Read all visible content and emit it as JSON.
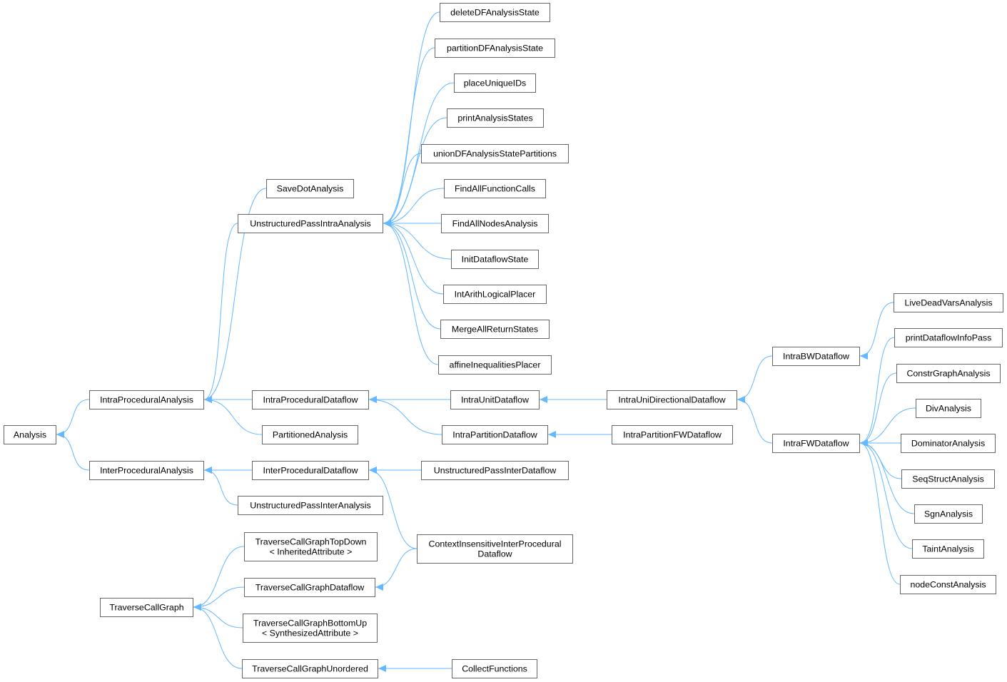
{
  "diagram": {
    "colors": {
      "edge": "#63b8ff",
      "node_border": "#666666",
      "background": "#ffffff"
    },
    "nodes": {
      "analysis": {
        "lines": [
          "Analysis"
        ]
      },
      "intraProceduralAnalysis": {
        "lines": [
          "IntraProceduralAnalysis"
        ]
      },
      "interProceduralAnalysis": {
        "lines": [
          "InterProceduralAnalysis"
        ]
      },
      "traverseCallGraph": {
        "lines": [
          "TraverseCallGraph"
        ]
      },
      "saveDotAnalysis": {
        "lines": [
          "SaveDotAnalysis"
        ]
      },
      "unstructuredPassIntraAnalysis": {
        "lines": [
          "UnstructuredPassIntraAnalysis"
        ]
      },
      "intraProceduralDataflow": {
        "lines": [
          "IntraProceduralDataflow"
        ]
      },
      "partitionedAnalysis": {
        "lines": [
          "PartitionedAnalysis"
        ]
      },
      "interProceduralDataflow": {
        "lines": [
          "InterProceduralDataflow"
        ]
      },
      "unstructuredPassInterAnalysis": {
        "lines": [
          "UnstructuredPassInterAnalysis"
        ]
      },
      "traverseCallGraphTopDown": {
        "lines": [
          "TraverseCallGraphTopDown",
          "< InheritedAttribute >"
        ]
      },
      "traverseCallGraphDataflow": {
        "lines": [
          "TraverseCallGraphDataflow"
        ]
      },
      "traverseCallGraphBottomUp": {
        "lines": [
          "TraverseCallGraphBottomUp",
          "< SynthesizedAttribute >"
        ]
      },
      "traverseCallGraphUnordered": {
        "lines": [
          "TraverseCallGraphUnordered"
        ]
      },
      "deleteDFAnalysisState": {
        "lines": [
          "deleteDFAnalysisState"
        ]
      },
      "partitionDFAnalysisState": {
        "lines": [
          "partitionDFAnalysisState"
        ]
      },
      "placeUniqueIDs": {
        "lines": [
          "placeUniqueIDs"
        ]
      },
      "printAnalysisStates": {
        "lines": [
          "printAnalysisStates"
        ]
      },
      "unionDFAnalysisStatePartitions": {
        "lines": [
          "unionDFAnalysisStatePartitions"
        ]
      },
      "findAllFunctionCalls": {
        "lines": [
          "FindAllFunctionCalls"
        ]
      },
      "findAllNodesAnalysis": {
        "lines": [
          "FindAllNodesAnalysis"
        ]
      },
      "initDataflowState": {
        "lines": [
          "InitDataflowState"
        ]
      },
      "intArithLogicalPlacer": {
        "lines": [
          "IntArithLogicalPlacer"
        ]
      },
      "mergeAllReturnStates": {
        "lines": [
          "MergeAllReturnStates"
        ]
      },
      "affineInequalitiesPlacer": {
        "lines": [
          "affineInequalitiesPlacer"
        ]
      },
      "intraUnitDataflow": {
        "lines": [
          "IntraUnitDataflow"
        ]
      },
      "intraPartitionDataflow": {
        "lines": [
          "IntraPartitionDataflow"
        ]
      },
      "unstructuredPassInterDataflow": {
        "lines": [
          "UnstructuredPassInterDataflow"
        ]
      },
      "contextInsensitiveInterProceduralDataflow": {
        "lines": [
          "ContextInsensitiveInterProcedural",
          "Dataflow"
        ]
      },
      "collectFunctions": {
        "lines": [
          "CollectFunctions"
        ]
      },
      "intraUniDirectionalDataflow": {
        "lines": [
          "IntraUniDirectionalDataflow"
        ]
      },
      "intraPartitionFWDataflow": {
        "lines": [
          "IntraPartitionFWDataflow"
        ]
      },
      "intraBWDataflow": {
        "lines": [
          "IntraBWDataflow"
        ]
      },
      "intraFWDataflow": {
        "lines": [
          "IntraFWDataflow"
        ]
      },
      "liveDeadVarsAnalysis": {
        "lines": [
          "LiveDeadVarsAnalysis"
        ]
      },
      "printDataflowInfoPass": {
        "lines": [
          "printDataflowInfoPass"
        ]
      },
      "constrGraphAnalysis": {
        "lines": [
          "ConstrGraphAnalysis"
        ]
      },
      "divAnalysis": {
        "lines": [
          "DivAnalysis"
        ]
      },
      "dominatorAnalysis": {
        "lines": [
          "DominatorAnalysis"
        ]
      },
      "seqStructAnalysis": {
        "lines": [
          "SeqStructAnalysis"
        ]
      },
      "sgnAnalysis": {
        "lines": [
          "SgnAnalysis"
        ]
      },
      "taintAnalysis": {
        "lines": [
          "TaintAnalysis"
        ]
      },
      "nodeConstAnalysis": {
        "lines": [
          "nodeConstAnalysis"
        ]
      }
    },
    "edges": [
      {
        "from": "intraProceduralAnalysis",
        "to": "analysis"
      },
      {
        "from": "interProceduralAnalysis",
        "to": "analysis"
      },
      {
        "from": "saveDotAnalysis",
        "to": "intraProceduralAnalysis"
      },
      {
        "from": "unstructuredPassIntraAnalysis",
        "to": "intraProceduralAnalysis"
      },
      {
        "from": "intraProceduralDataflow",
        "to": "intraProceduralAnalysis"
      },
      {
        "from": "partitionedAnalysis",
        "to": "intraProceduralAnalysis"
      },
      {
        "from": "interProceduralDataflow",
        "to": "interProceduralAnalysis"
      },
      {
        "from": "unstructuredPassInterAnalysis",
        "to": "interProceduralAnalysis"
      },
      {
        "from": "deleteDFAnalysisState",
        "to": "unstructuredPassIntraAnalysis"
      },
      {
        "from": "partitionDFAnalysisState",
        "to": "unstructuredPassIntraAnalysis"
      },
      {
        "from": "placeUniqueIDs",
        "to": "unstructuredPassIntraAnalysis"
      },
      {
        "from": "printAnalysisStates",
        "to": "unstructuredPassIntraAnalysis"
      },
      {
        "from": "unionDFAnalysisStatePartitions",
        "to": "unstructuredPassIntraAnalysis"
      },
      {
        "from": "findAllFunctionCalls",
        "to": "unstructuredPassIntraAnalysis"
      },
      {
        "from": "findAllNodesAnalysis",
        "to": "unstructuredPassIntraAnalysis"
      },
      {
        "from": "initDataflowState",
        "to": "unstructuredPassIntraAnalysis"
      },
      {
        "from": "intArithLogicalPlacer",
        "to": "unstructuredPassIntraAnalysis"
      },
      {
        "from": "mergeAllReturnStates",
        "to": "unstructuredPassIntraAnalysis"
      },
      {
        "from": "affineInequalitiesPlacer",
        "to": "unstructuredPassIntraAnalysis"
      },
      {
        "from": "intraUnitDataflow",
        "to": "intraProceduralDataflow"
      },
      {
        "from": "intraPartitionDataflow",
        "to": "intraProceduralDataflow"
      },
      {
        "from": "intraUniDirectionalDataflow",
        "to": "intraUnitDataflow"
      },
      {
        "from": "intraPartitionFWDataflow",
        "to": "intraPartitionDataflow"
      },
      {
        "from": "intraBWDataflow",
        "to": "intraUniDirectionalDataflow"
      },
      {
        "from": "intraFWDataflow",
        "to": "intraUniDirectionalDataflow"
      },
      {
        "from": "liveDeadVarsAnalysis",
        "to": "intraBWDataflow"
      },
      {
        "from": "printDataflowInfoPass",
        "to": "intraFWDataflow"
      },
      {
        "from": "constrGraphAnalysis",
        "to": "intraFWDataflow"
      },
      {
        "from": "divAnalysis",
        "to": "intraFWDataflow"
      },
      {
        "from": "dominatorAnalysis",
        "to": "intraFWDataflow"
      },
      {
        "from": "seqStructAnalysis",
        "to": "intraFWDataflow"
      },
      {
        "from": "sgnAnalysis",
        "to": "intraFWDataflow"
      },
      {
        "from": "taintAnalysis",
        "to": "intraFWDataflow"
      },
      {
        "from": "nodeConstAnalysis",
        "to": "intraFWDataflow"
      },
      {
        "from": "unstructuredPassInterDataflow",
        "to": "interProceduralDataflow"
      },
      {
        "from": "contextInsensitiveInterProceduralDataflow",
        "to": "interProceduralDataflow"
      },
      {
        "from": "contextInsensitiveInterProceduralDataflow",
        "to": "traverseCallGraphDataflow"
      },
      {
        "from": "traverseCallGraphTopDown",
        "to": "traverseCallGraph"
      },
      {
        "from": "traverseCallGraphDataflow",
        "to": "traverseCallGraph"
      },
      {
        "from": "traverseCallGraphBottomUp",
        "to": "traverseCallGraph"
      },
      {
        "from": "traverseCallGraphUnordered",
        "to": "traverseCallGraph"
      },
      {
        "from": "collectFunctions",
        "to": "traverseCallGraphUnordered"
      }
    ]
  }
}
